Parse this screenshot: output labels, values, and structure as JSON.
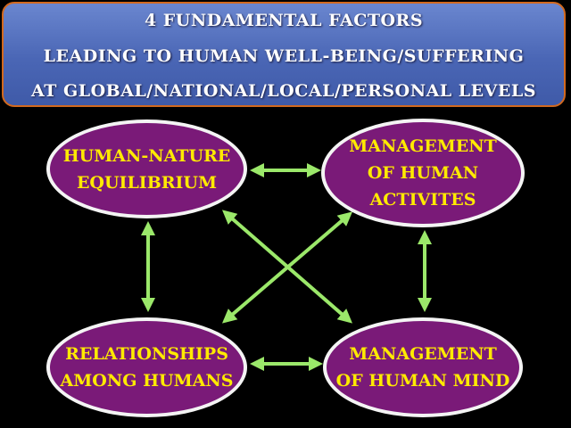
{
  "title": {
    "line1": "4 FUNDAMENTAL FACTORS",
    "line2": "LEADING TO HUMAN WELL-BEING/SUFFERING",
    "line3": "AT GLOBAL/NATIONAL/LOCAL/PERSONAL LEVELS"
  },
  "nodes": {
    "human_nature": {
      "line1": "HUMAN-NATURE",
      "line2": "EQUILIBRIUM"
    },
    "management_activities": {
      "line1": "MANAGEMENT",
      "line2": "OF HUMAN",
      "line3": "ACTIVITES"
    },
    "relationships": {
      "line1": "RELATIONSHIPS",
      "line2": "AMONG HUMANS"
    },
    "management_mind": {
      "line1": "MANAGEMENT",
      "line2": "OF HUMAN MIND"
    }
  },
  "colors": {
    "background": "#000000",
    "title_fill": "#4a66b5",
    "title_border": "#d2691e",
    "title_text": "#ffffff",
    "node_fill": "#7a1a78",
    "node_border": "#f4f4f4",
    "node_text": "#ffea00",
    "arrow": "#9be86a"
  }
}
